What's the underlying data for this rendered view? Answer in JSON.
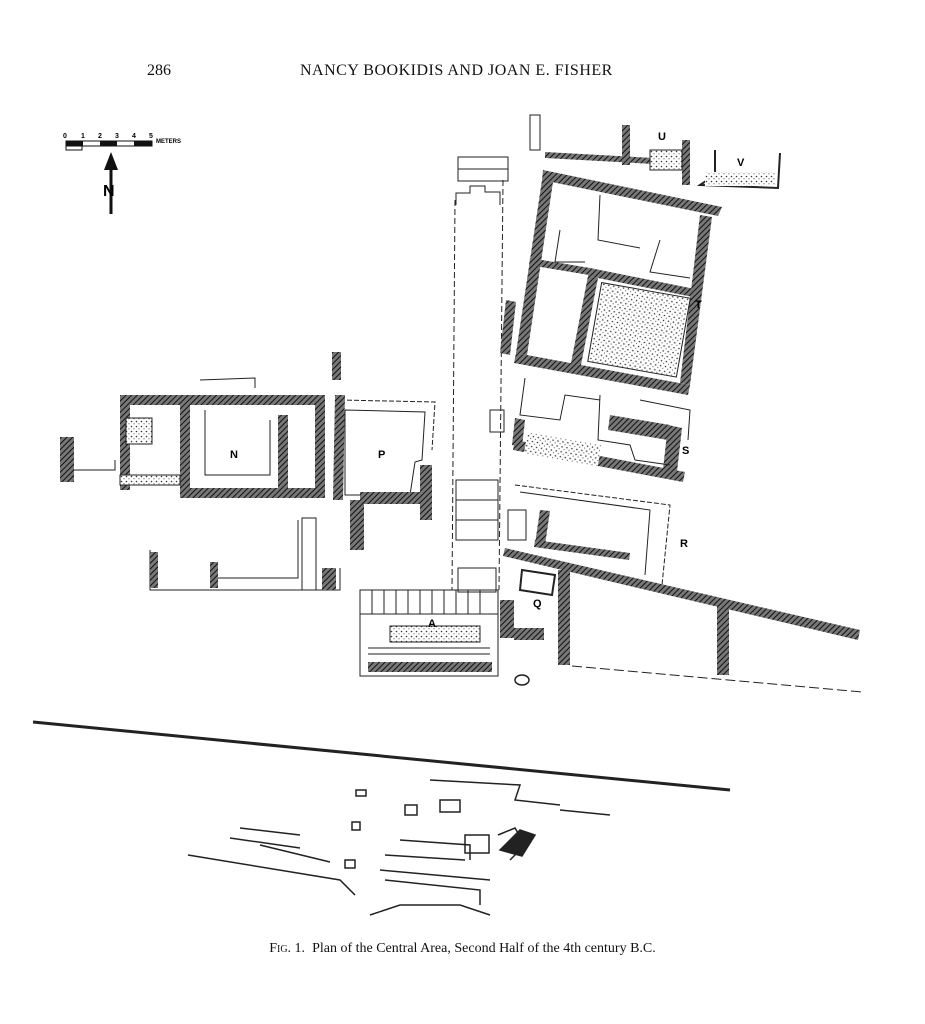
{
  "header": {
    "page_number": "286",
    "running_head": "NANCY BOOKIDIS AND JOAN E. FISHER"
  },
  "scale_bar": {
    "ticks": [
      "0",
      "1",
      "2",
      "3",
      "4",
      "5"
    ],
    "unit": "METERS",
    "north_label": "N"
  },
  "plan_labels": {
    "N": "N",
    "P": "P",
    "A": "A",
    "Q": "Q",
    "R": "R",
    "S": "S",
    "T": "T",
    "U": "U",
    "V": "V"
  },
  "caption": {
    "fig": "Fig. 1.",
    "text": "Plan of the Central Area, Second Half of the 4th century ",
    "era": "B.C."
  },
  "colors": {
    "ink": "#111111",
    "wall_hatch": "#3a3a3a",
    "paper": "#ffffff"
  }
}
